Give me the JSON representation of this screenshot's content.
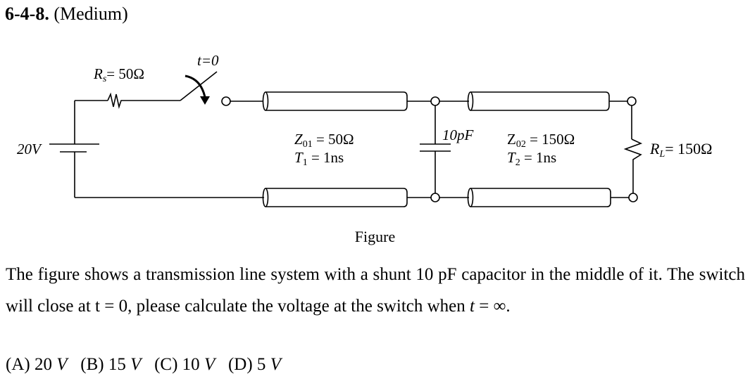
{
  "problem": {
    "number": "6-4-8.",
    "difficulty": "(Medium)"
  },
  "figure": {
    "switch_label": "t=0",
    "source_resistor": {
      "symbol": "R",
      "subscript": "s",
      "value": "= 50Ω"
    },
    "source_voltage": "20V",
    "line1": {
      "impedance_symbol": "Z",
      "impedance_sub": "01",
      "impedance_value": "= 50Ω",
      "delay_symbol": "T",
      "delay_sub": "1",
      "delay_value": "= 1ns"
    },
    "capacitor": "10pF",
    "line2": {
      "impedance_symbol": "Z",
      "impedance_sub": "02",
      "impedance_value": "= 150Ω",
      "delay_symbol": "T",
      "delay_sub": "2",
      "delay_value": "= 1ns"
    },
    "load_resistor": {
      "symbol": "R",
      "subscript": "L",
      "value": "= 150Ω"
    },
    "caption": "Figure"
  },
  "question": {
    "text": "The figure shows a transmission line system with a shunt 10 pF capacitor in the middle of it. The switch will close at t = 0, please calculate the voltage at the switch when",
    "time_var": "t",
    "tail": " = ∞."
  },
  "options": [
    {
      "label": "(A) 20 ",
      "unit": "V"
    },
    {
      "label": "(B) 15 ",
      "unit": "V"
    },
    {
      "label": "(C) 10 ",
      "unit": "V"
    },
    {
      "label": "(D) 5 ",
      "unit": "V"
    }
  ]
}
